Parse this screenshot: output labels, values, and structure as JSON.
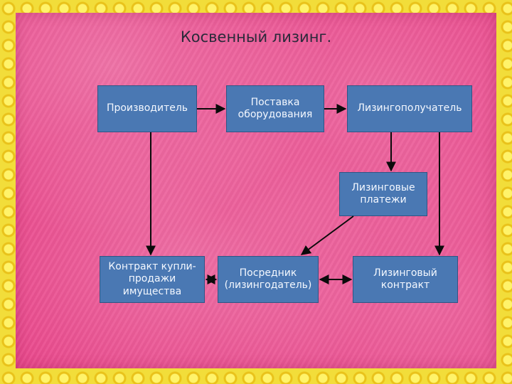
{
  "slide": {
    "title": "Косвенный лизинг."
  },
  "boxes": {
    "producer": "Производитель",
    "supply": "Поставка оборудования",
    "lessee": "Лизингополучатель",
    "payments": "Лизинговые платежи",
    "sale_contract": "Контракт купли-продажи имущества",
    "intermediary": "Посредник (лизингодатель)",
    "lease_contract": "Лизинговый контракт"
  },
  "colors": {
    "background": "#ea4a8d",
    "box_fill": "#4a78b3",
    "box_text": "#f4f8ff",
    "border_frame": "#f2dd3a"
  }
}
